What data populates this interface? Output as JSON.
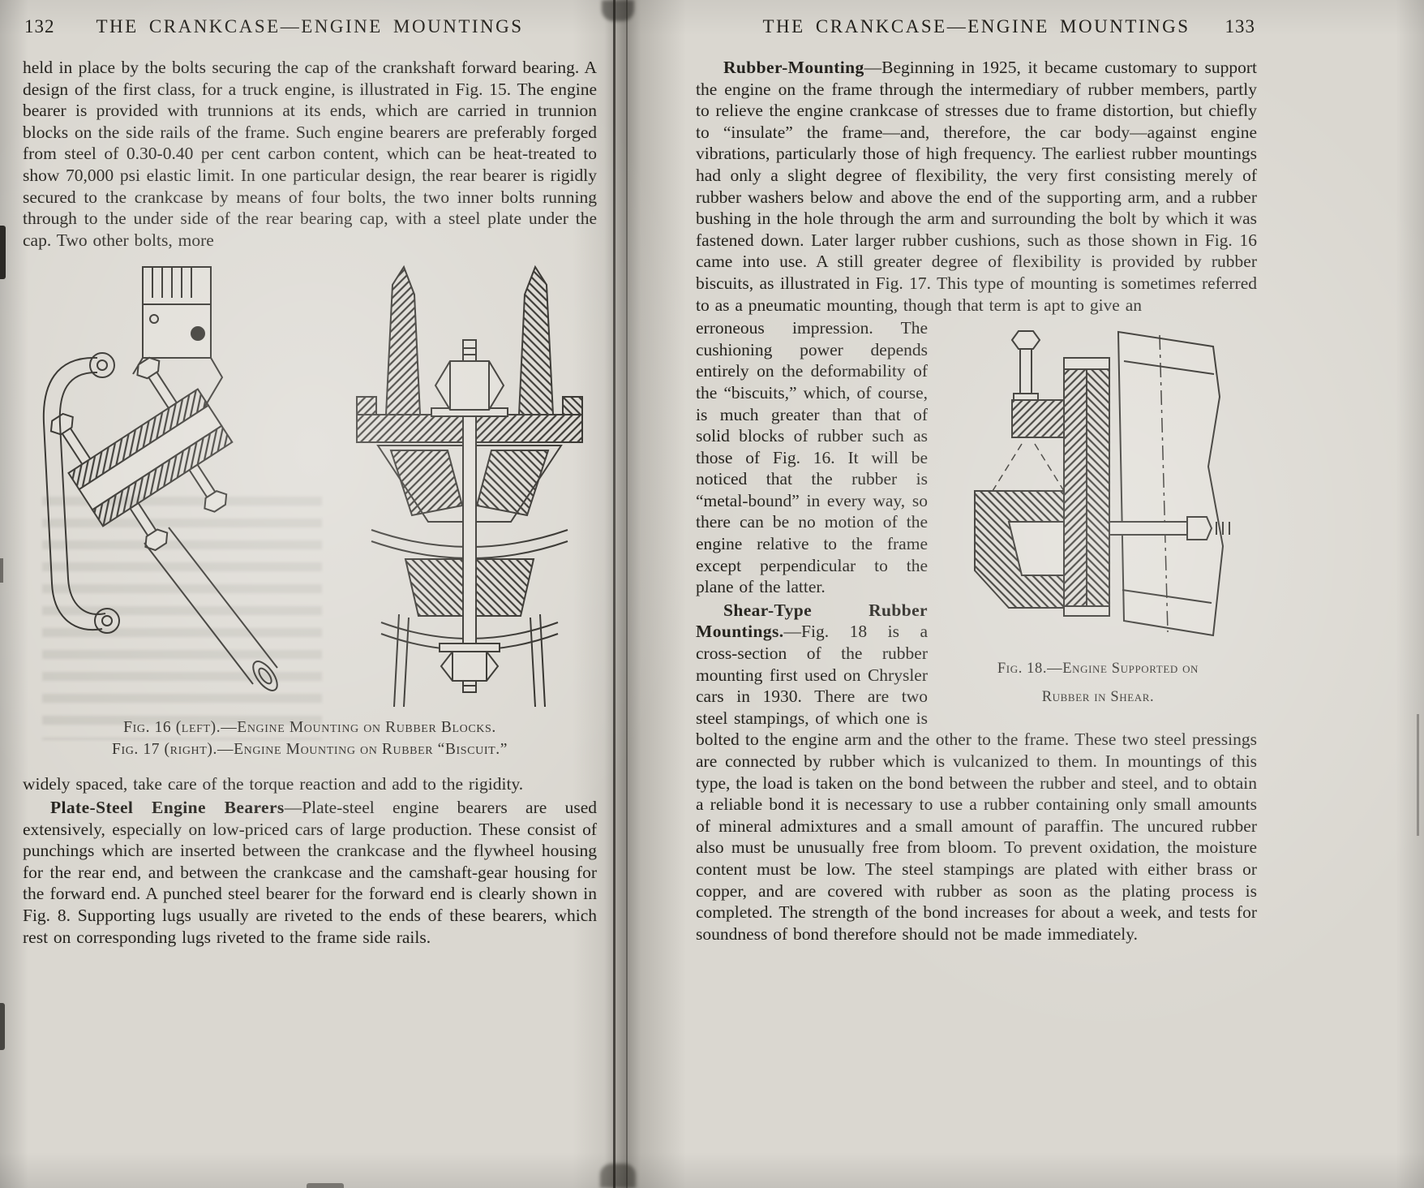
{
  "colors": {
    "paper": "#dad7d0",
    "ink": "#26241f"
  },
  "left_page": {
    "page_number": "132",
    "running_title": "THE CRANKCASE—ENGINE MOUNTINGS",
    "para_continuation": "held in place by the bolts securing the cap of the crankshaft forward bearing.  A design of the first class, for a truck engine, is illustrated in Fig. 15.  The engine bearer is provided with trunnions at its ends, which are carried in trunnion blocks on the side rails of the frame.  Such engine bearers are preferably forged from steel of 0.30-0.40 per cent carbon content, which can be heat-treated to show 70,000 psi elastic limit.  In one particular design, the rear bearer is rigidly secured to the crankcase by means of four bolts, the two inner bolts running through to the under side of the rear bearing cap, with a steel plate under the cap.  Two other bolts, more",
    "fig16_caption": "Fig. 16 (left).—Engine Mounting on Rubber Blocks.",
    "fig17_caption": "Fig. 17 (right).—Engine Mounting on Rubber “Biscuit.”",
    "para_after_figures": "widely spaced, take care of the torque reaction and add to the rigidity.",
    "plate_steel_heading": "Plate-Steel Engine Bearers",
    "plate_steel_text": "—Plate-steel engine bearers are used extensively, especially on low-priced cars of large production.  These consist of punchings which are inserted between the crankcase and the flywheel housing for the rear end, and between the crankcase and the camshaft-gear housing for the forward end.  A punched steel bearer for the forward end is clearly shown in Fig. 8.  Supporting lugs usually are riveted to the ends of these bearers, which rest on corresponding lugs riveted to the frame side rails."
  },
  "right_page": {
    "page_number": "133",
    "running_title": "THE CRANKCASE—ENGINE MOUNTINGS",
    "rubber_mounting_heading": "Rubber-Mounting",
    "rubber_mounting_text_full": "—Beginning in 1925, it became customary to support the engine on the frame through the intermediary of rubber members, partly to relieve the engine crankcase of stresses due to frame distortion, but chiefly to “insulate” the frame—and, therefore, the car body—against engine vibrations, particularly those of high frequency.  The earliest rubber mountings had only a slight degree of flexibility, the very first consisting merely of rubber washers below and above the end of the supporting arm, and a rubber bushing in the hole through the arm and surrounding the bolt by which it was fastened down.  Later larger rubber cushions, such as those shown in Fig. 16 came into use.  A still greater degree of flexibility is provided by rubber biscuits, as illustrated in Fig. 17.  This type of mounting is sometimes referred to as a pneumatic mounting, though that term is apt to give an",
    "rubber_mounting_text_wrap": "erroneous impression.  The cushioning power depends entirely on the deformability of the “biscuits,” which, of course, is much greater than that of solid blocks of rubber such as those of Fig. 16.  It will be noticed that the rubber is “metal-bound” in every way, so there can be no motion of the engine relative to the frame except perpendicular to the plane of the latter.",
    "shear_heading": "Shear-Type Rubber Mountings.",
    "shear_text": "—Fig. 18 is a cross-section of the rubber mounting first used on Chrysler cars in 1930.  There are two steel stampings, of which one is bolted to the engine arm and the other to the frame.  These two steel pressings are connected by rubber which is vulcanized to them.  In mountings of this type, the load is taken on the bond between the rubber and steel, and to obtain a reliable bond it is necessary to use a rubber containing only small amounts of mineral admixtures and a small amount of paraffin.  The uncured rubber also must be unusually free from bloom.  To prevent oxidation, the moisture content must be low.  The steel stampings are plated with either brass or copper, and are covered with rubber as soon as the plating process is completed.  The strength of the bond increases for about a week, and tests for soundness of bond therefore should not be made immediately.",
    "fig18_caption_line1": "Fig. 18.—Engine Supported on",
    "fig18_caption_line2": "Rubber in Shear."
  }
}
